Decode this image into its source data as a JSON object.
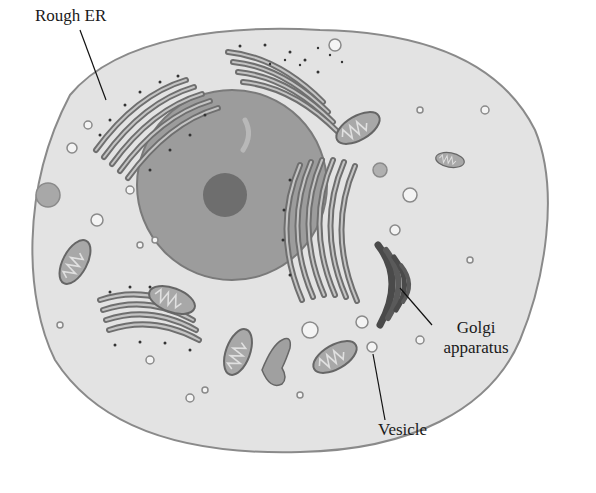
{
  "diagram": {
    "labels": [
      "Rough ER",
      "Golgi apparatus",
      "Vesicle"
    ]
  }
}
